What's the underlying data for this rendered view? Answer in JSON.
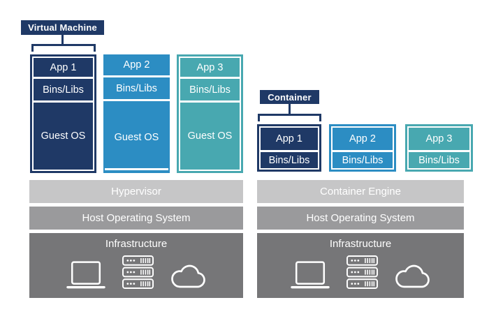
{
  "vm_side": {
    "callout": "Virtual Machine",
    "columns": [
      {
        "app": "App 1",
        "bins": "Bins/Libs",
        "os": "Guest OS"
      },
      {
        "app": "App 2",
        "bins": "Bins/Libs",
        "os": "Guest OS"
      },
      {
        "app": "App 3",
        "bins": "Bins/Libs",
        "os": "Guest OS"
      }
    ],
    "layers": {
      "top": "Hypervisor",
      "middle": "Host Operating System",
      "bottom": "Infrastructure"
    }
  },
  "container_side": {
    "callout": "Container",
    "columns": [
      {
        "app": "App 1",
        "bins": "Bins/Libs"
      },
      {
        "app": "App 2",
        "bins": "Bins/Libs"
      },
      {
        "app": "App 3",
        "bins": "Bins/Libs"
      }
    ],
    "layers": {
      "top": "Container Engine",
      "middle": "Host Operating System",
      "bottom": "Infrastructure"
    }
  },
  "infrastructure_icons": [
    "laptop-icon",
    "server-rack-icon",
    "cloud-icon"
  ],
  "colors": {
    "navy": "#1F3966",
    "blue": "#2C8DC3",
    "teal": "#48A8B0",
    "layer_light_gray": "#C6C6C7",
    "layer_mid_gray": "#9A9A9C",
    "layer_dark_gray": "#767678",
    "text": "#FFFFFF"
  }
}
